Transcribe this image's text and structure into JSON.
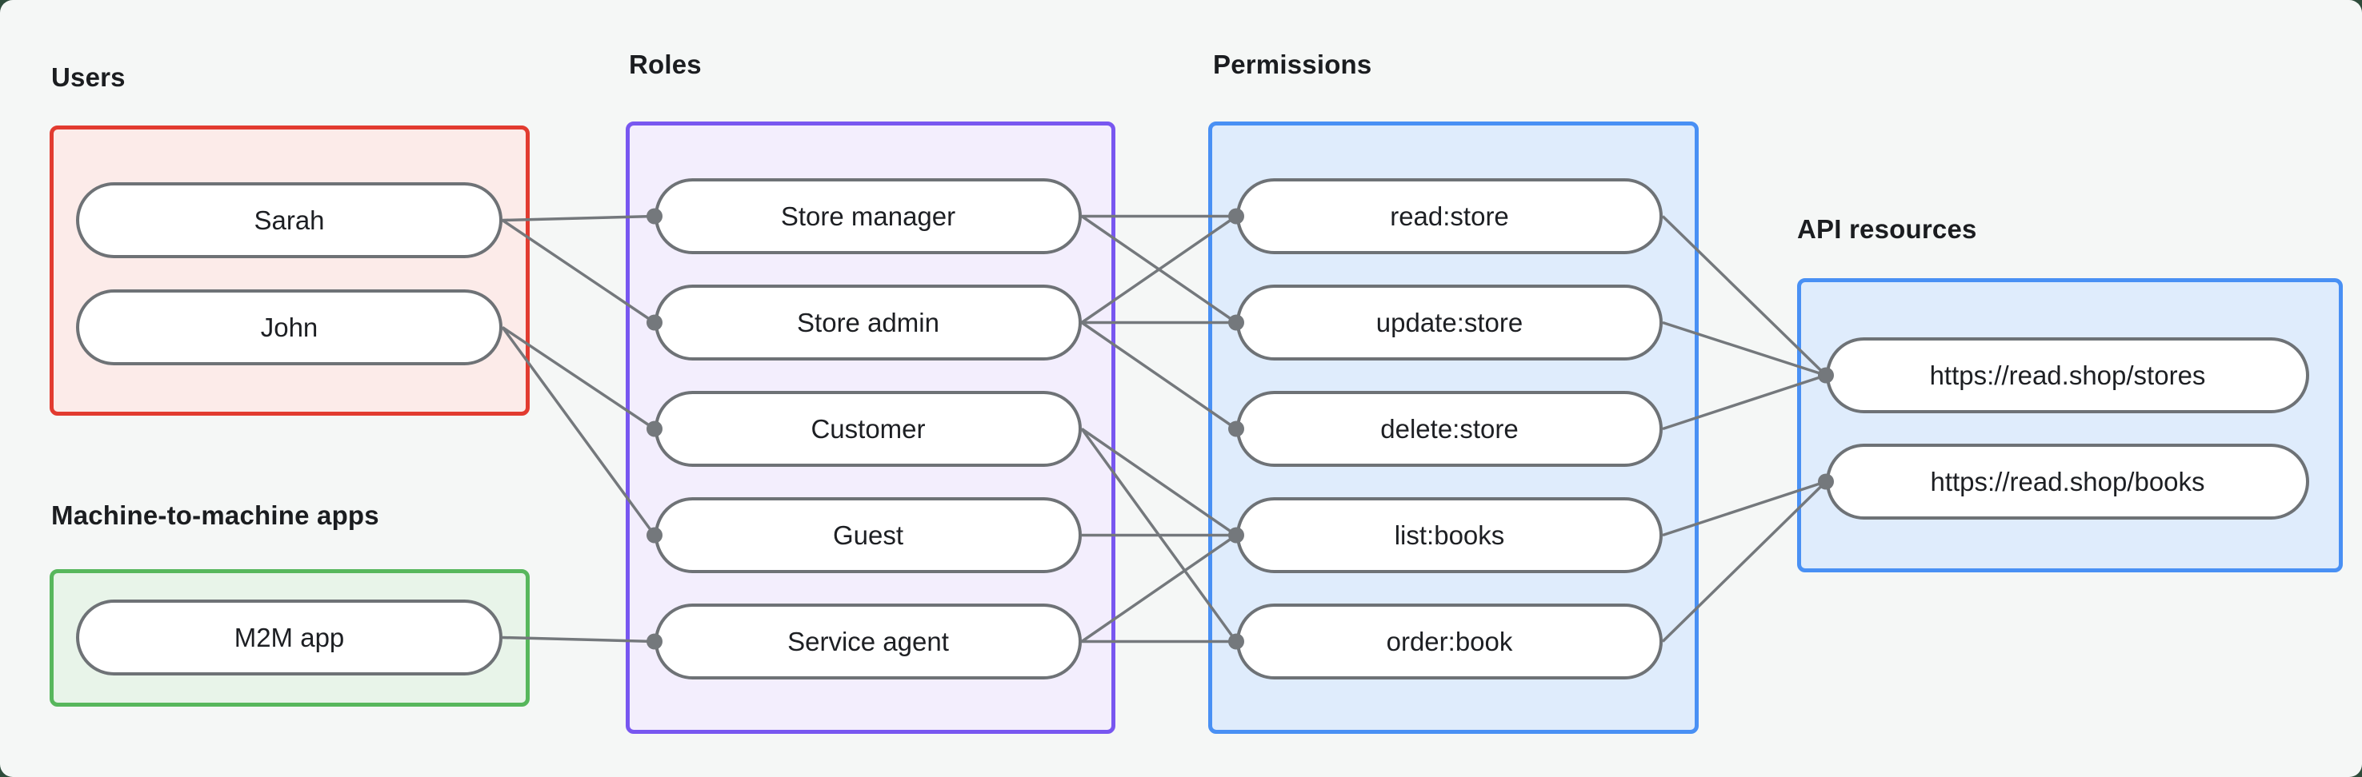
{
  "groups": {
    "users": {
      "label": "Users",
      "items": [
        {
          "label": "Sarah"
        },
        {
          "label": "John"
        }
      ]
    },
    "m2m": {
      "label": "Machine-to-machine apps",
      "items": [
        {
          "label": "M2M app"
        }
      ]
    },
    "roles": {
      "label": "Roles",
      "items": [
        {
          "label": "Store manager"
        },
        {
          "label": "Store admin"
        },
        {
          "label": "Customer"
        },
        {
          "label": "Guest"
        },
        {
          "label": "Service agent"
        }
      ]
    },
    "permissions": {
      "label": "Permissions",
      "items": [
        {
          "label": "read:store"
        },
        {
          "label": "update:store"
        },
        {
          "label": "delete:store"
        },
        {
          "label": "list:books"
        },
        {
          "label": "order:book"
        }
      ]
    },
    "api": {
      "label": "API resources",
      "items": [
        {
          "label": "https://read.shop/stores"
        },
        {
          "label": "https://read.shop/books"
        }
      ]
    }
  },
  "edges": [
    {
      "from": "sarah",
      "to": "store-manager"
    },
    {
      "from": "sarah",
      "to": "store-admin"
    },
    {
      "from": "john",
      "to": "customer"
    },
    {
      "from": "john",
      "to": "guest"
    },
    {
      "from": "m2m-app",
      "to": "service-agent"
    },
    {
      "from": "store-manager",
      "to": "read-store"
    },
    {
      "from": "store-manager",
      "to": "update-store"
    },
    {
      "from": "store-admin",
      "to": "read-store"
    },
    {
      "from": "store-admin",
      "to": "update-store"
    },
    {
      "from": "store-admin",
      "to": "delete-store"
    },
    {
      "from": "customer",
      "to": "list-books"
    },
    {
      "from": "customer",
      "to": "order-book"
    },
    {
      "from": "guest",
      "to": "list-books"
    },
    {
      "from": "service-agent",
      "to": "list-books"
    },
    {
      "from": "service-agent",
      "to": "order-book"
    }
  ],
  "colors": {
    "background": "#f5f7f6",
    "corner_backdrop": "#2e4c3b",
    "red_border": "#e23b30",
    "red_fill": "#fcebe9",
    "green_border": "#57b75c",
    "green_fill": "#e8f4e9",
    "purple_border": "#7857f0",
    "purple_fill": "#f3eefd",
    "blue_border": "#4990f4",
    "blue_fill": "#dfecfc",
    "edge_stroke": "#74787c",
    "node_border": "#6e7276"
  }
}
